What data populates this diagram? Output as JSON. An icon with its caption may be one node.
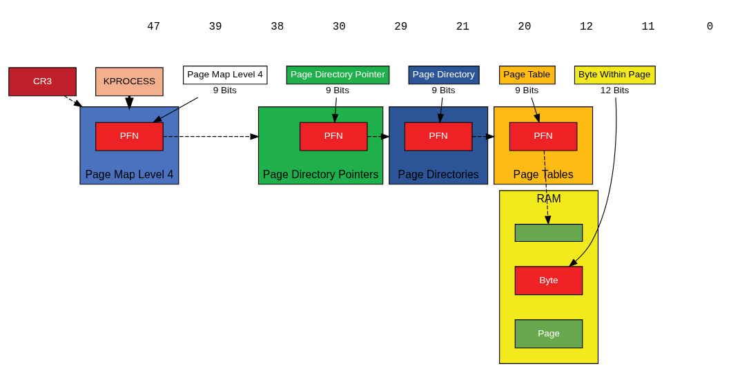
{
  "diagram": {
    "nodes": [
      {
        "text": [
          "Page Map Level 4"
        ],
        "beside": [
          "9 Bits"
        ]
      },
      {
        "text": [
          "Page Directory Pointer"
        ],
        "beside": [
          "9 Bits"
        ]
      },
      {
        "text": [
          "Page Directory"
        ],
        "beside": [
          "9 Bits"
        ]
      },
      {
        "text": [
          "Page Table"
        ],
        "beside": [
          "9 Bits"
        ]
      },
      {
        "text": [
          "Byte Within Page"
        ],
        "beside": [
          "12 Bits"
        ]
      },
      {
        "text": [
          "CR3"
        ]
      },
      {
        "text": [
          "KPROCESS"
        ]
      },
      {
        "text": [
          "Page Map Level 4"
        ]
      },
      {
        "text": [
          "PFN"
        ],
        "in": 7
      },
      {
        "text": [
          "Page Directory Pointers"
        ]
      },
      {
        "text": [
          "PFN"
        ],
        "in": 9
      },
      {
        "text": [
          "Page Directories"
        ]
      },
      {
        "text": [
          "PFN"
        ],
        "in": 11
      },
      {
        "text": [
          "Page Tables"
        ]
      },
      {
        "text": [
          "PFN"
        ],
        "in": 13
      },
      {
        "text": [
          "RAM"
        ]
      },
      {
        "text": [],
        "shape": "bar",
        "in": 15
      },
      {
        "text": [
          "Byte"
        ],
        "in": 15
      },
      {
        "text": [
          "Page"
        ],
        "in": 15
      }
    ],
    "edges": [
      {
        "from": 5,
        "to": 7,
        "arrow": "to",
        "style": "dashed"
      },
      {
        "from": 6,
        "to": 7,
        "arrow": "to",
        "style": "thick"
      },
      {
        "from": 0,
        "to": 8,
        "arrow": "to"
      },
      {
        "from": 8,
        "to": 9,
        "arrow": "to",
        "style": "dashed"
      },
      {
        "from": 1,
        "to": 10,
        "arrow": "to"
      },
      {
        "from": 10,
        "to": 11,
        "arrow": "to",
        "style": "dashed"
      },
      {
        "from": 2,
        "to": 12,
        "arrow": "to"
      },
      {
        "from": 12,
        "to": 13,
        "arrow": "to",
        "style": "dashed"
      },
      {
        "from": 3,
        "to": 14,
        "arrow": "to"
      },
      {
        "from": 14,
        "to": 16,
        "arrow": "to",
        "style": "dashed"
      },
      {
        "from": 4,
        "to": 17,
        "arrow": "to"
      }
    ],
    "labels": [
      "47",
      "39",
      "38",
      "30",
      "29",
      "21",
      "20",
      "12",
      "11",
      "0"
    ]
  }
}
